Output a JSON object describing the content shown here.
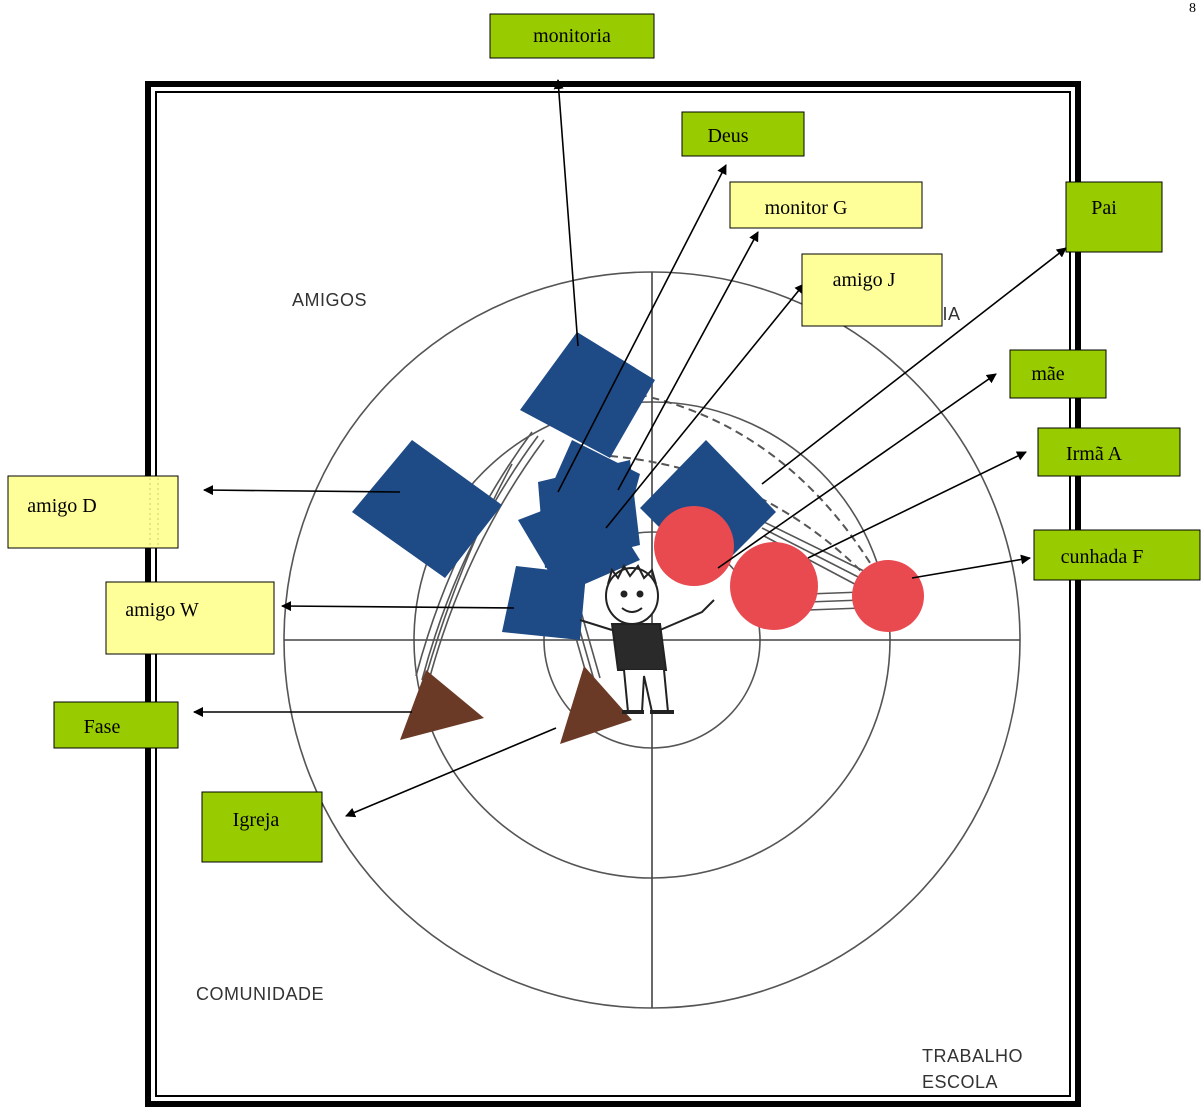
{
  "page_number": "8",
  "sectors": {
    "amigos": "AMIGOS",
    "familia": "FAMÍLIA",
    "comunidade": "COMUNIDADE",
    "trabalho": "TRABALHO",
    "escola": "ESCOLA"
  },
  "labels": {
    "monitoria": "monitoria",
    "deus": "Deus",
    "monitor_g": "monitor G",
    "amigo_j": "amigo J",
    "pai": "Pai",
    "mae": "mãe",
    "irma_a": "Irmã A",
    "cunhada_f": "cunhada F",
    "amigo_d": "amigo D",
    "amigo_w": "amigo W",
    "fase": "Fase",
    "igreja": "Igreja"
  },
  "colors": {
    "green_label": "#99cc00",
    "yellow_label": "#ffff99",
    "square": "#1e4a86",
    "circle": "#e84a50",
    "triangle": "#6b3a26"
  },
  "icons": {
    "center_figure": "child-figure-icon"
  }
}
